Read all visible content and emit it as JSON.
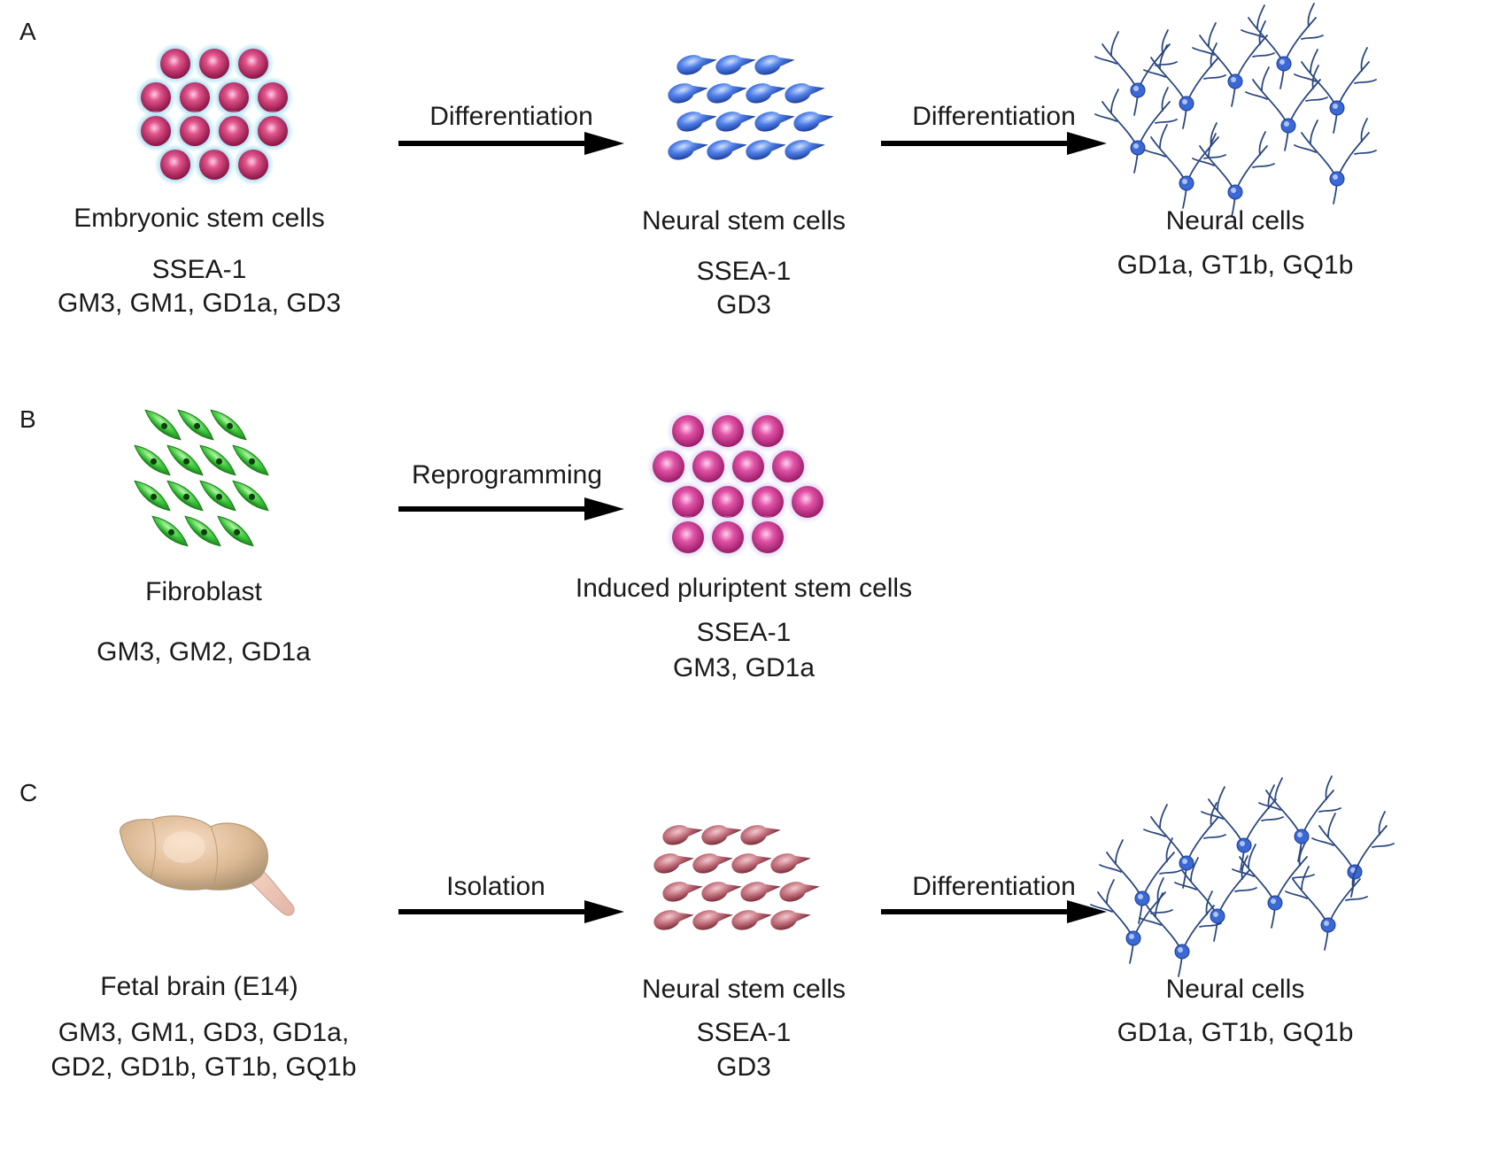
{
  "panels": {
    "a": {
      "letter": "A",
      "step1": {
        "name": "Embryonic stem cells",
        "marker1": "SSEA-1",
        "marker2": "GM3, GM1, GD1a, GD3"
      },
      "arrow1": "Differentiation",
      "step2": {
        "name": "Neural stem cells",
        "marker1": "SSEA-1",
        "marker2": "GD3"
      },
      "arrow2": "Differentiation",
      "step3": {
        "name": "Neural cells",
        "marker1": "GD1a, GT1b, GQ1b"
      }
    },
    "b": {
      "letter": "B",
      "step1": {
        "name": "Fibroblast",
        "marker1": "GM3, GM2, GD1a"
      },
      "arrow1": "Reprogramming",
      "step2": {
        "name": "Induced pluriptent stem cells",
        "marker1": "SSEA-1",
        "marker2": "GM3, GD1a"
      }
    },
    "c": {
      "letter": "C",
      "step1": {
        "name": "Fetal brain (E14)",
        "marker1": "GM3, GM1, GD3, GD1a,",
        "marker2": "GD2, GD1b, GT1b, GQ1b"
      },
      "arrow1": "Isolation",
      "step2": {
        "name": "Neural stem cells",
        "marker1": "SSEA-1",
        "marker2": "GD3"
      },
      "arrow2": "Differentiation",
      "step3": {
        "name": "Neural cells",
        "marker1": "GD1a, GT1b, GQ1b"
      }
    }
  },
  "colors": {
    "embryonic_stem": "#c8336b",
    "neural_stem_a": "#3f6fd6",
    "neuron": "#3060c8",
    "neuron_branch": "#1f3b73",
    "fibroblast": "#2fb52f",
    "ips": "#d53b93",
    "brain": "#e6c7a8",
    "neural_stem_c": "#b8606c",
    "arrow": "#000000"
  },
  "icons": [
    "embryonic-stem-cells-icon",
    "neural-stem-cells-icon",
    "neural-cells-icon",
    "fibroblast-icon",
    "ips-cells-icon",
    "fetal-brain-icon"
  ]
}
